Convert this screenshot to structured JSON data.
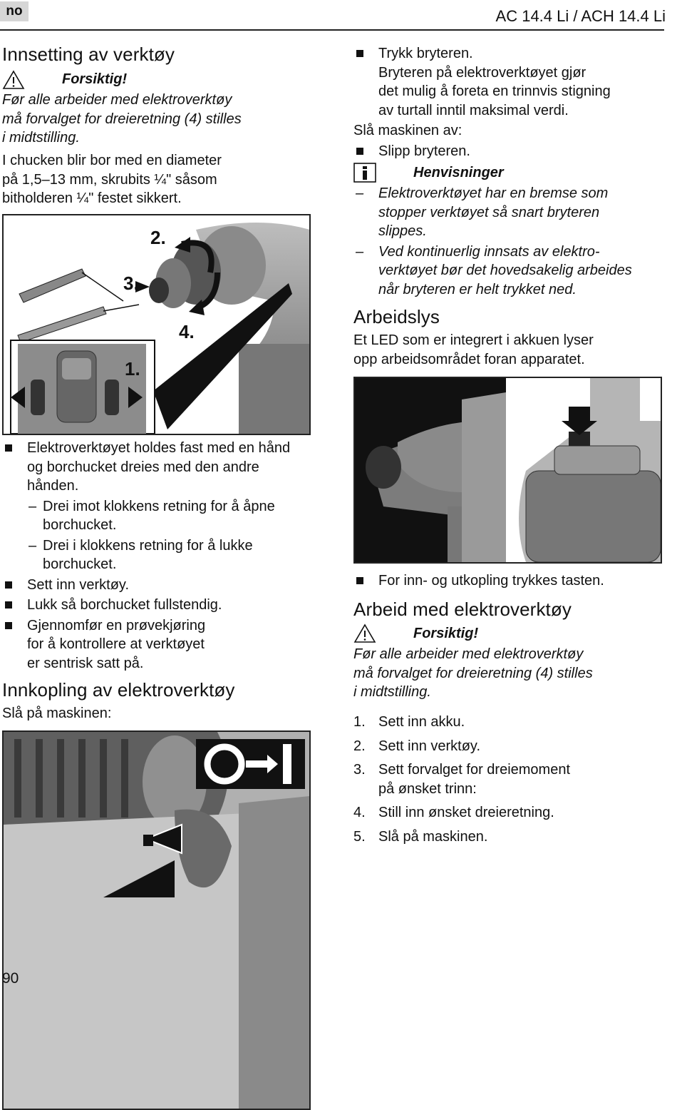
{
  "header": {
    "lang": "no",
    "model": "AC 14.4 Li / ACH 14.4 Li"
  },
  "left": {
    "title1": "Innsetting av verktøy",
    "caution_label": "Forsiktig!",
    "caution_text": [
      "Før alle arbeider med elektroverktøy",
      "må forvalget for dreieretning (4) stilles",
      "i midtstilling."
    ],
    "intro": [
      "I chucken blir bor med en diameter",
      "på 1,5–13 mm, skrubits ¼\" såsom",
      "bitholderen ¼\" festet sikkert."
    ],
    "fig1_labels": [
      "2.",
      "3.",
      "4.",
      "1."
    ],
    "bullet1": [
      "Elektroverktøyet holdes fast med en hånd",
      "og borchucket dreies med den andre",
      "hånden."
    ],
    "dash1": [
      "Drei imot klokkens retning for å åpne",
      "borchucket."
    ],
    "dash2": [
      "Drei i klokkens retning for å lukke",
      "borchucket."
    ],
    "bullet2": "Sett inn verktøy.",
    "bullet3": "Lukk så borchucket fullstendig.",
    "bullet4": [
      "Gjennomfør en prøvekjøring",
      "for å kontrollere at verktøyet",
      "er sentrisk satt på."
    ],
    "title2": "Innkopling av elektroverktøy",
    "switch_on": "Slå på maskinen:"
  },
  "right": {
    "bullet_press": "Trykk bryteren.",
    "press_text": [
      "Bryteren på elektroverktøyet gjør",
      "det mulig å foreta en trinnvis stigning",
      "av turtall inntil maksimal verdi."
    ],
    "switch_off": "Slå maskinen av:",
    "bullet_release": "Slipp bryteren.",
    "note_label": "Henvisninger",
    "note1": [
      "Elektroverktøyet har en bremse som",
      "stopper verktøyet så snart bryteren",
      "slippes."
    ],
    "note2": [
      "Ved kontinuerlig innsats av elektro-",
      "verktøyet bør det hovedsakelig arbeides",
      "når bryteren er helt trykket ned."
    ],
    "title_light": "Arbeidslys",
    "light_text": [
      "Et LED som er integrert i akkuen lyser",
      "opp arbeidsområdet foran apparatet."
    ],
    "bullet_button": "For inn- og utkopling trykkes tasten.",
    "title_work": "Arbeid med elektroverktøy",
    "caution_label": "Forsiktig!",
    "caution_text": [
      "Før alle arbeider med elektroverktøy",
      "må forvalget for dreieretning (4) stilles",
      "i midtstilling."
    ],
    "steps": [
      {
        "n": "1.",
        "t": [
          "Sett inn akku."
        ]
      },
      {
        "n": "2.",
        "t": [
          "Sett inn verktøy."
        ]
      },
      {
        "n": "3.",
        "t": [
          "Sett forvalget for dreiemoment",
          "på ønsket trinn:"
        ]
      },
      {
        "n": "4.",
        "t": [
          "Still inn ønsket dreieretning."
        ]
      },
      {
        "n": "5.",
        "t": [
          "Slå på maskinen."
        ]
      }
    ]
  },
  "footer": {
    "page": "90"
  }
}
